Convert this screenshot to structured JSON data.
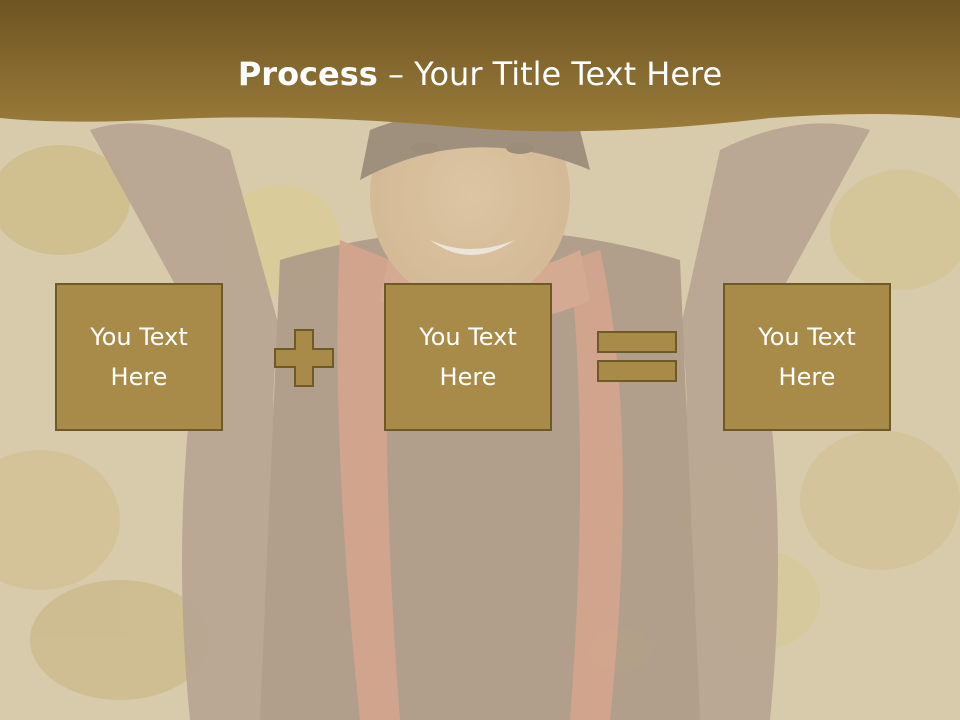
{
  "slide": {
    "title_bold": "Process",
    "title_rest": " – Your Title Text Here",
    "boxes": [
      {
        "text": "You Text Here"
      },
      {
        "text": "You Text Here"
      },
      {
        "text": "You Text Here"
      }
    ],
    "operators": [
      "plus-icon",
      "equals-icon"
    ]
  },
  "colors": {
    "header": "#8a6c2c",
    "box_fill": "#a88b48",
    "box_border": "#6e5a26",
    "text": "#ffffff"
  }
}
